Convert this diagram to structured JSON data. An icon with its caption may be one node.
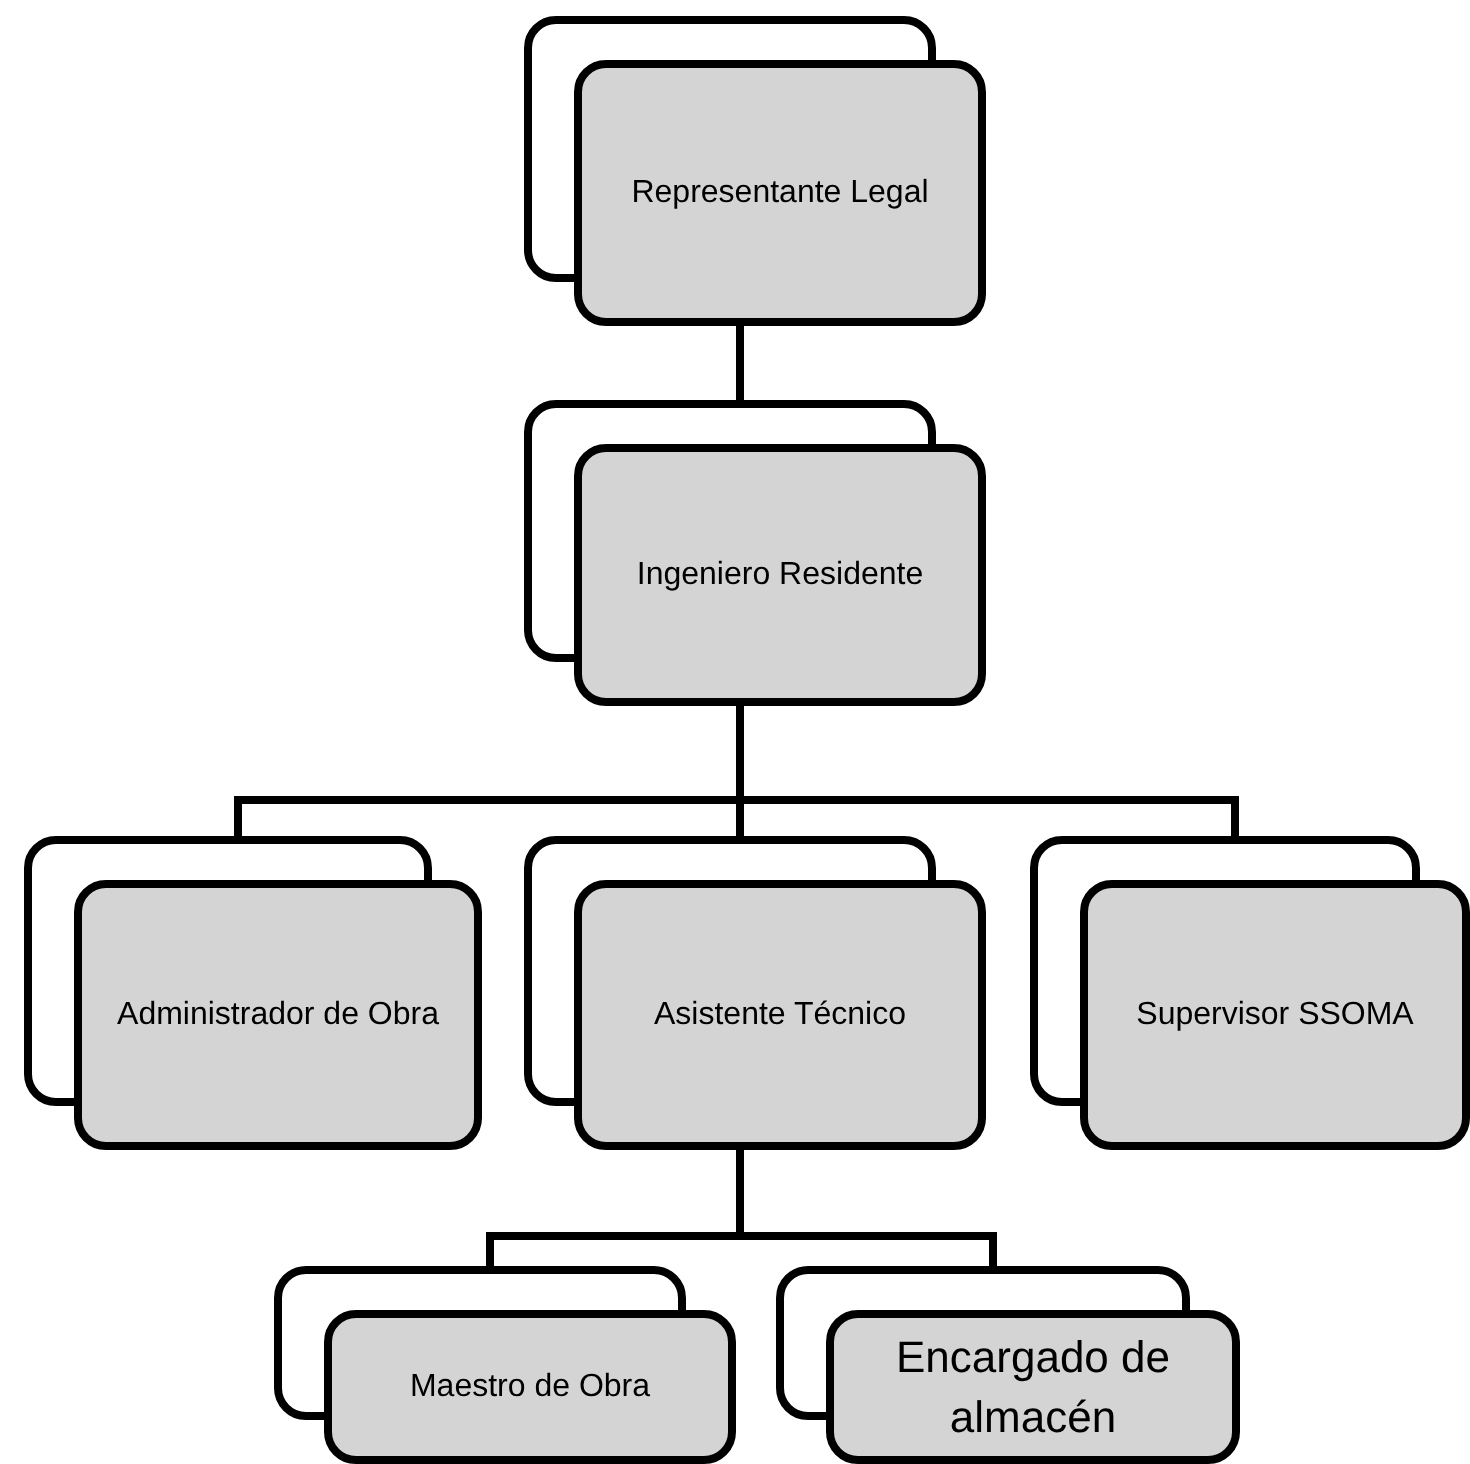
{
  "diagram": {
    "nodes": [
      {
        "text": [
          "Representante Legal"
        ]
      },
      {
        "text": [
          "Ingeniero Residente"
        ]
      },
      {
        "text": [
          "Administrador de Obra"
        ]
      },
      {
        "text": [
          "Asistente Técnico"
        ]
      },
      {
        "text": [
          "Supervisor SSOMA"
        ]
      },
      {
        "text": [
          "Maestro de Obra"
        ]
      },
      {
        "text": [
          "Encargado de almacén"
        ]
      }
    ],
    "edges": [
      {
        "from": 0,
        "to": 1,
        "arrow": "none"
      },
      {
        "from": 1,
        "to": 2,
        "arrow": "none"
      },
      {
        "from": 1,
        "to": 3,
        "arrow": "none"
      },
      {
        "from": 1,
        "to": 4,
        "arrow": "none"
      },
      {
        "from": 3,
        "to": 5,
        "arrow": "none"
      },
      {
        "from": 3,
        "to": 6,
        "arrow": "none"
      }
    ]
  }
}
